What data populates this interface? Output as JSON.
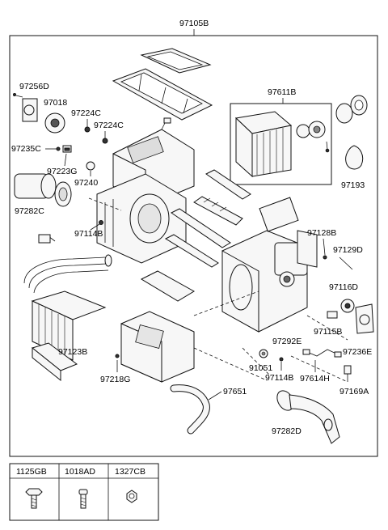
{
  "title_part": "97105B",
  "callouts": {
    "c97256D": "97256D",
    "c97018": "97018",
    "c97224C_a": "97224C",
    "c97224C_b": "97224C",
    "c97235C": "97235C",
    "c97223G": "97223G",
    "c97240": "97240",
    "c97282C": "97282C",
    "c97114B_a": "97114B",
    "c97611B": "97611B",
    "c97193": "97193",
    "c97128B": "97128B",
    "c97129D": "97129D",
    "c97116D": "97116D",
    "c97115B": "97115B",
    "c97236E": "97236E",
    "c97123B": "97123B",
    "c97218G": "97218G",
    "c97292E": "97292E",
    "c91051": "91051",
    "c97114B_b": "97114B",
    "c97614H": "97614H",
    "c97169A": "97169A",
    "c97651": "97651",
    "c97282D": "97282D"
  },
  "legend": {
    "col1": "1125GB",
    "col2": "1018AD",
    "col3": "1327CB"
  }
}
